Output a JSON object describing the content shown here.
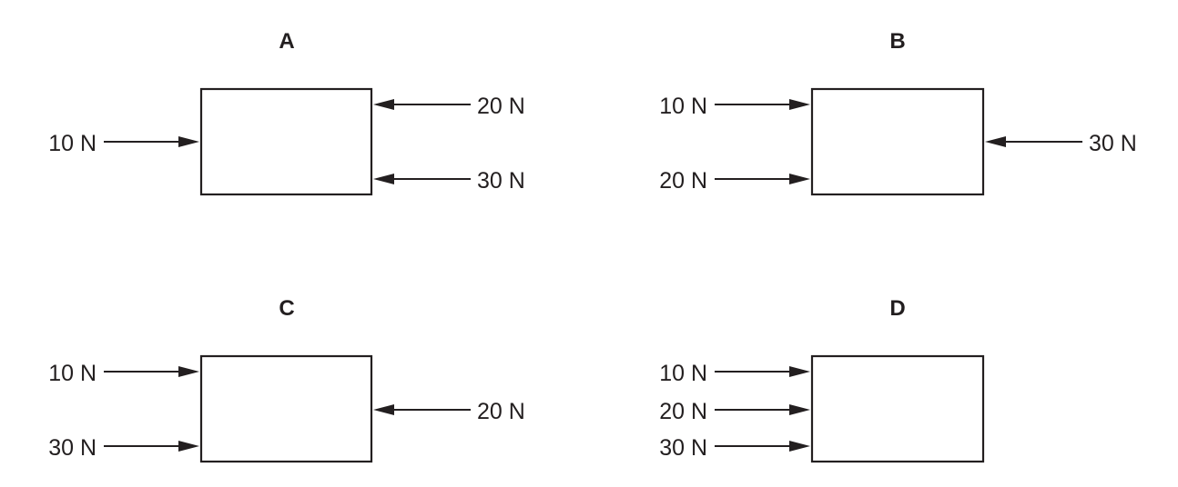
{
  "panels": [
    {
      "letter": "A",
      "forces": [
        {
          "label": "10 N",
          "direction": "right"
        },
        {
          "label": "20 N",
          "direction": "left"
        },
        {
          "label": "30 N",
          "direction": "left"
        }
      ]
    },
    {
      "letter": "B",
      "forces": [
        {
          "label": "10 N",
          "direction": "right"
        },
        {
          "label": "20 N",
          "direction": "right"
        },
        {
          "label": "30 N",
          "direction": "left"
        }
      ]
    },
    {
      "letter": "C",
      "forces": [
        {
          "label": "10 N",
          "direction": "right"
        },
        {
          "label": "30 N",
          "direction": "right"
        },
        {
          "label": "20 N",
          "direction": "left"
        }
      ]
    },
    {
      "letter": "D",
      "forces": [
        {
          "label": "10 N",
          "direction": "right"
        },
        {
          "label": "20 N",
          "direction": "right"
        },
        {
          "label": "30 N",
          "direction": "right"
        }
      ]
    }
  ]
}
